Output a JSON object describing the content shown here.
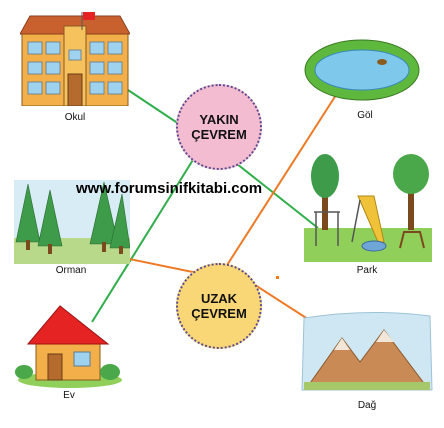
{
  "watermark": "www.forumsinifkitabi.com",
  "hubs": {
    "near": {
      "line1": "YAKIN",
      "line2": "ÇEVREM",
      "fill": "#f3bcd0"
    },
    "far": {
      "line1": "UZAK",
      "line2": "ÇEVREM",
      "fill": "#fad776"
    }
  },
  "places": {
    "school": "Okul",
    "lake": "Göl",
    "forest": "Orman",
    "park": "Park",
    "home": "Ev",
    "mountain": "Dağ"
  },
  "colors": {
    "near_line": "#2fae4a",
    "far_line": "#ef7a26",
    "circle_border": "#5b4a8f"
  }
}
